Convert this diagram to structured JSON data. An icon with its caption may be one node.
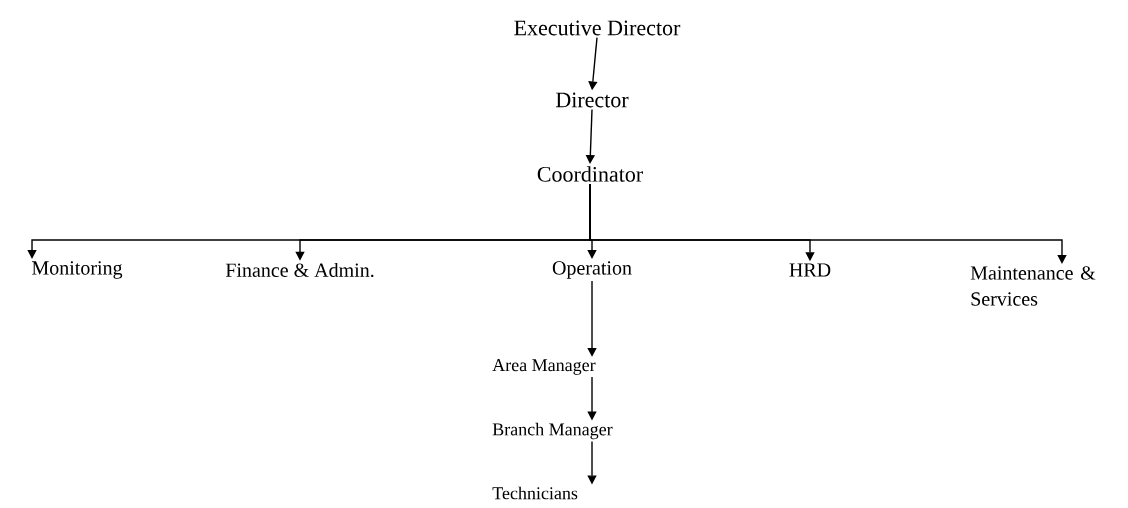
{
  "diagram": {
    "nodes": [
      {
        "text": [
          "Executive Director"
        ]
      },
      {
        "text": [
          "Director"
        ]
      },
      {
        "text": [
          "Coordinator"
        ]
      },
      {
        "text": [
          "Monitoring"
        ]
      },
      {
        "text": [
          "Finance & Admin."
        ]
      },
      {
        "text": [
          "Operation"
        ]
      },
      {
        "text": [
          "HRD"
        ]
      },
      {
        "text": [
          "Maintenance & Services"
        ]
      },
      {
        "text": [
          "Area Manager"
        ]
      },
      {
        "text": [
          "Branch Manager"
        ]
      },
      {
        "text": [
          "Technicians"
        ]
      }
    ],
    "edges": [
      {
        "from": 0,
        "to": 1,
        "arrow": "to"
      },
      {
        "from": 1,
        "to": 2,
        "arrow": "to"
      },
      {
        "from": 2,
        "to": 3,
        "arrow": "to"
      },
      {
        "from": 2,
        "to": 4,
        "arrow": "to"
      },
      {
        "from": 2,
        "to": 5,
        "arrow": "to"
      },
      {
        "from": 2,
        "to": 6,
        "arrow": "to"
      },
      {
        "from": 2,
        "to": 7,
        "arrow": "to"
      },
      {
        "from": 5,
        "to": 8,
        "arrow": "to"
      },
      {
        "from": 8,
        "to": 9,
        "arrow": "to"
      },
      {
        "from": 9,
        "to": 10,
        "arrow": "to"
      }
    ]
  }
}
